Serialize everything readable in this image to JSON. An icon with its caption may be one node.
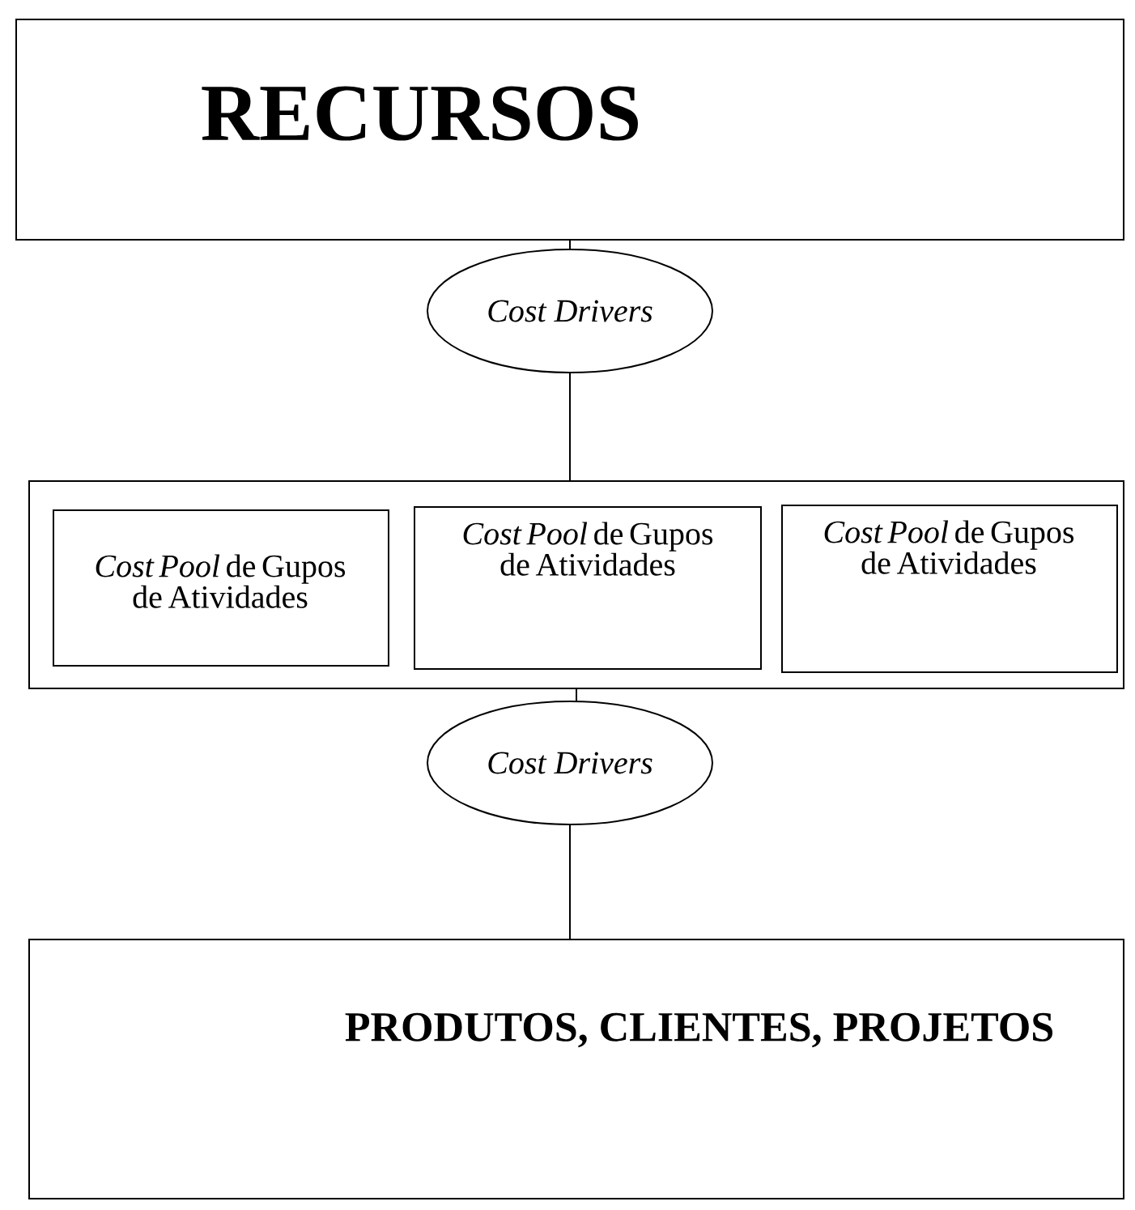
{
  "diagram": {
    "nodes": [
      {
        "text": [
          "RECURSOS"
        ]
      },
      {
        "text": [
          "*Cost Drivers*"
        ]
      },
      {
        "text": [],
        "shape": "box"
      },
      {
        "text": [
          "*Cost Pool* de Gupos de Atividades"
        ],
        "in": 2
      },
      {
        "text": [
          "*Cost Pool* de Gupos de Atividades"
        ],
        "in": 2
      },
      {
        "text": [
          "*Cost Pool* de Gupos de Atividades"
        ],
        "in": 2
      },
      {
        "text": [
          "*Cost Drivers*"
        ]
      },
      {
        "text": [
          "PRODUTOS, CLIENTES, PROJETOS"
        ]
      }
    ],
    "edges": [
      {
        "from": 0,
        "to": 1,
        "arrow": "none"
      },
      {
        "from": 1,
        "to": 2,
        "arrow": "none"
      },
      {
        "from": 2,
        "to": 6,
        "arrow": "none"
      },
      {
        "from": 6,
        "to": 7,
        "arrow": "none"
      }
    ]
  }
}
